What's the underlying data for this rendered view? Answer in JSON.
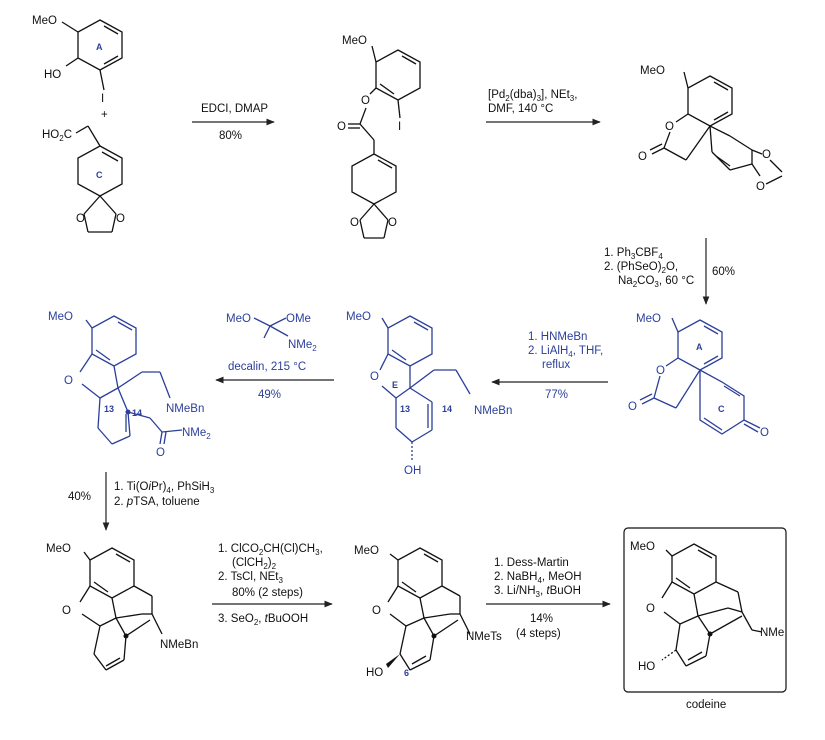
{
  "colors": {
    "black": "#111111",
    "blue": "#2b3f9a"
  },
  "mol1": {
    "meo": "MeO",
    "ho": "HO",
    "iodo": "I",
    "ring_a": "A",
    "plus": "+",
    "ho2c": "HO2C",
    "ring_c": "C",
    "o1": "O",
    "o2": "O"
  },
  "mol2": {
    "meo": "MeO",
    "o_ester": "O",
    "o_carbonyl": "O",
    "iodo": "I",
    "o1": "O",
    "o2": "O"
  },
  "mol3": {
    "meo": "MeO",
    "o_ring": "O",
    "o_carbonyl": "O",
    "o1": "O",
    "o2": "O"
  },
  "mol4": {
    "meo": "MeO",
    "ring_a": "A",
    "o_ring": "O",
    "o_carbonyl": "O",
    "ring_c": "C",
    "o_ketone": "O"
  },
  "mol5": {
    "meo": "MeO",
    "o_ring": "O",
    "ring_e": "E",
    "c13": "13",
    "c14": "14",
    "amine": "NMeBn",
    "oh": "OH"
  },
  "mol6": {
    "meo": "MeO",
    "o_ring": "O",
    "c13": "13",
    "c14": "14",
    "amine": "NMeBn",
    "amide": "NMe2",
    "o_amide": "O"
  },
  "mol7": {
    "meo": "MeO",
    "o_ring": "O",
    "amine": "NMeBn"
  },
  "mol8": {
    "meo": "MeO",
    "o_ring": "O",
    "amine": "NMeTs",
    "ho": "HO",
    "c6": "6"
  },
  "mol9": {
    "meo": "MeO",
    "o_ring": "O",
    "amine": "NMe",
    "ho": "HO",
    "name": "codeine"
  },
  "reagent": {
    "meo": "MeO",
    "ome": "OMe",
    "nme2": "NMe2"
  },
  "steps": {
    "s1": {
      "reagents": "EDCI, DMAP",
      "yield": "80%"
    },
    "s2": {
      "line1": "[Pd2(dba)3], NEt3,",
      "line2": "DMF, 140 °C"
    },
    "s3": {
      "line1": "1. Ph3CBF4",
      "line2": "2. (PhSeO)2O,",
      "line3": "Na2CO3, 60 °C",
      "yield": "60%"
    },
    "s4": {
      "line1": "1. HNMeBn",
      "line2": "2. LiAlH4, THF,",
      "line3": "reflux",
      "yield": "77%"
    },
    "s5": {
      "line1": "decalin, 215 °C",
      "yield": "49%"
    },
    "s6": {
      "line1": "1. Ti(OiPr)4, PhSiH3",
      "line2": "2. pTSA, toluene",
      "yield": "40%"
    },
    "s7": {
      "line1": "1. ClCO2CH(Cl)CH3,",
      "line2": "(ClCH2)2",
      "line3": "2. TsCl, NEt3",
      "line4": "80% (2 steps)",
      "line5": "3. SeO2, tBuOOH"
    },
    "s8": {
      "line1": "1. Dess-Martin",
      "line2": "2. NaBH4, MeOH",
      "line3": "3. Li/NH3, tBuOH",
      "yield": "14%",
      "note": "(4 steps)"
    }
  }
}
